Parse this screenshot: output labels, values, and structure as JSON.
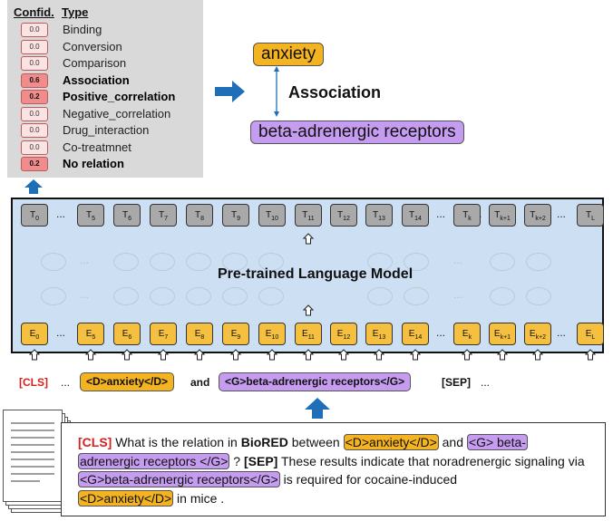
{
  "panel": {
    "header_conf": "Confid.",
    "header_type": "Type",
    "rows": [
      {
        "conf": "0.0",
        "type": "Binding",
        "highlight": false
      },
      {
        "conf": "0.0",
        "type": "Conversion",
        "highlight": false
      },
      {
        "conf": "0.0",
        "type": "Comparison",
        "highlight": false
      },
      {
        "conf": "0.6",
        "type": "Association",
        "highlight": true
      },
      {
        "conf": "0.2",
        "type": "Positive_correlation",
        "highlight": true
      },
      {
        "conf": "0.0",
        "type": "Negative_correlation",
        "highlight": false
      },
      {
        "conf": "0.0",
        "type": "Drug_interaction",
        "highlight": false
      },
      {
        "conf": "0.0",
        "type": "Co-treatmnet",
        "highlight": false
      },
      {
        "conf": "0.2",
        "type": "No relation",
        "highlight": true
      }
    ]
  },
  "relation": {
    "head": "anxiety",
    "label": "Association",
    "tail": "beta-adrenergic receptors"
  },
  "model": {
    "title": "Pre-trained Language Model",
    "ellipsis": "...",
    "top_tokens": [
      "T0",
      "T5",
      "T6",
      "T7",
      "T8",
      "T9",
      "T10",
      "T11",
      "T12",
      "T13",
      "T14",
      "Tk",
      "Tk+1",
      "Tk+2",
      "TL"
    ],
    "bottom_tokens": [
      "E0",
      "E5",
      "E6",
      "E7",
      "E8",
      "E9",
      "E10",
      "E11",
      "E12",
      "E13",
      "E14",
      "Ek",
      "Ek+1",
      "Ek+2",
      "EL"
    ]
  },
  "input": {
    "cls": "[CLS]",
    "dots": "...",
    "head_marked": "<D>anxiety</D>",
    "and": "and",
    "tail_marked": "<G>beta-adrenergic receptors</G>",
    "sep": "[SEP]"
  },
  "sentence": {
    "cls": "[CLS]",
    "q1": " What is the relation in ",
    "dataset": "BioRED",
    "q2": " between ",
    "head_marked": "<D>anxiety</D>",
    "and": " and ",
    "tail_marked_a": "<G> beta-",
    "tail_marked_b": "adrenergic receptors </G>",
    "q3": " ? ",
    "sep": "[SEP]",
    "s1": " These results indicate that noradrenergic signaling via ",
    "tail_marked_2": "<G>beta-adrenergic receptors</G>",
    "s2": " is required for cocaine-induced ",
    "head_marked_2": "<D>anxiety</D>",
    "s3": " in mice ."
  },
  "colors": {
    "confidence_highlight": "#f08c8c",
    "confidence_low": "#fbe3e3",
    "entity_disease": "#f4b321",
    "entity_gene": "#c59cf0",
    "model_fill": "#cde0f3",
    "arrow_blue": "#1f6fb8",
    "special_token": "#d62020"
  }
}
